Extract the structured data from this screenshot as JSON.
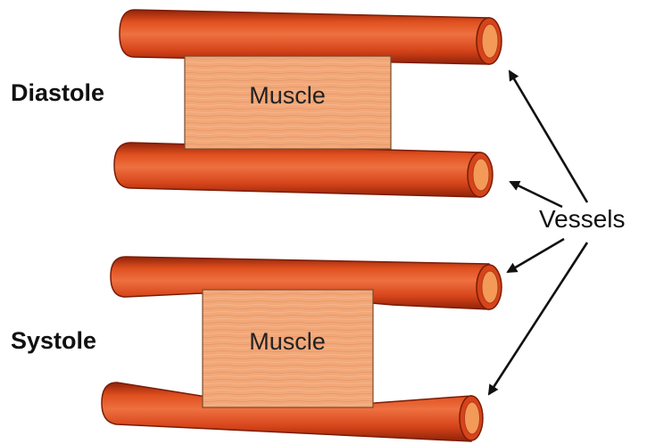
{
  "diagram": {
    "phases": [
      {
        "label": "Diastole",
        "muscle_label": "Muscle"
      },
      {
        "label": "Systole",
        "muscle_label": "Muscle"
      }
    ],
    "callout_label": "Vessels",
    "colors": {
      "vessel": "#d6441a",
      "vessel_dark": "#8f2209",
      "vessel_light": "#ee7040",
      "lumen": "#f39a58",
      "muscle": "#f2a878",
      "muscle_stroke": "#7a4a2c",
      "arrow": "#111111"
    }
  }
}
